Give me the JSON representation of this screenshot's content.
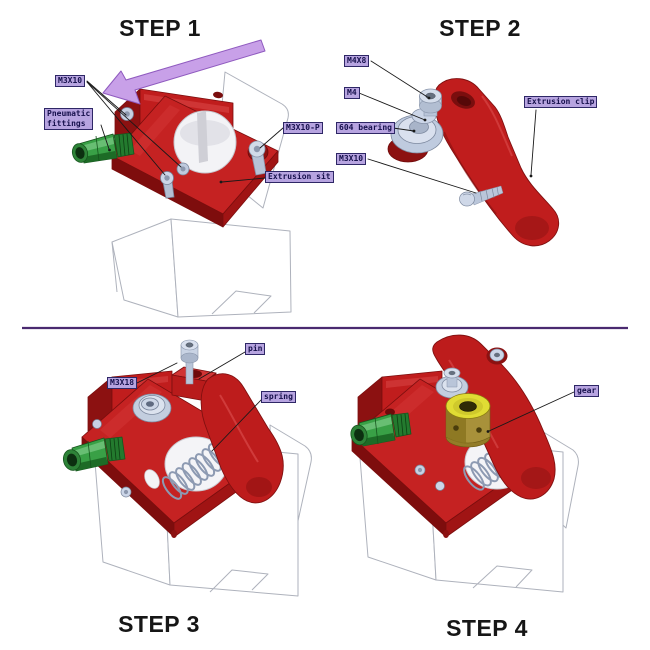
{
  "page": {
    "background": "#ffffff"
  },
  "divider": {
    "color": "#4a2a70"
  },
  "steps": {
    "step1": {
      "title": "STEP 1",
      "labels": {
        "m3x10": "M3X10",
        "pneumatic_line1": "Pneumatic",
        "pneumatic_line2": "fittings",
        "m3x10_p": "M3X10-P",
        "extrusion_sit": "Extrusion sit"
      }
    },
    "step2": {
      "title": "STEP 2",
      "labels": {
        "m4x8": "M4X8",
        "m4": "M4",
        "bearing_604": "604 bearing",
        "m3x10": "M3X10",
        "extrusion_clip": "Extrusion clip"
      }
    },
    "step3": {
      "title": "STEP 3",
      "labels": {
        "m3x18": "M3X18",
        "pin": "pin",
        "spring": "spring"
      }
    },
    "step4": {
      "title": "STEP 4",
      "labels": {
        "gear": "gear"
      }
    }
  },
  "colors": {
    "red_body": "#c52222",
    "red_dark": "#8c1111",
    "green_fitting": "#39a046",
    "silver": "#c7d1e3",
    "gear_yellow": "#e0dc34",
    "gear_brass": "#a8913a",
    "arrow_purple": "#c8a0e8",
    "label_bg": "#b7a4e0",
    "label_border": "#2e2766",
    "label_text": "#17114d",
    "divider_purple": "#4a2a70",
    "outline_gray": "#aeb2bc"
  }
}
